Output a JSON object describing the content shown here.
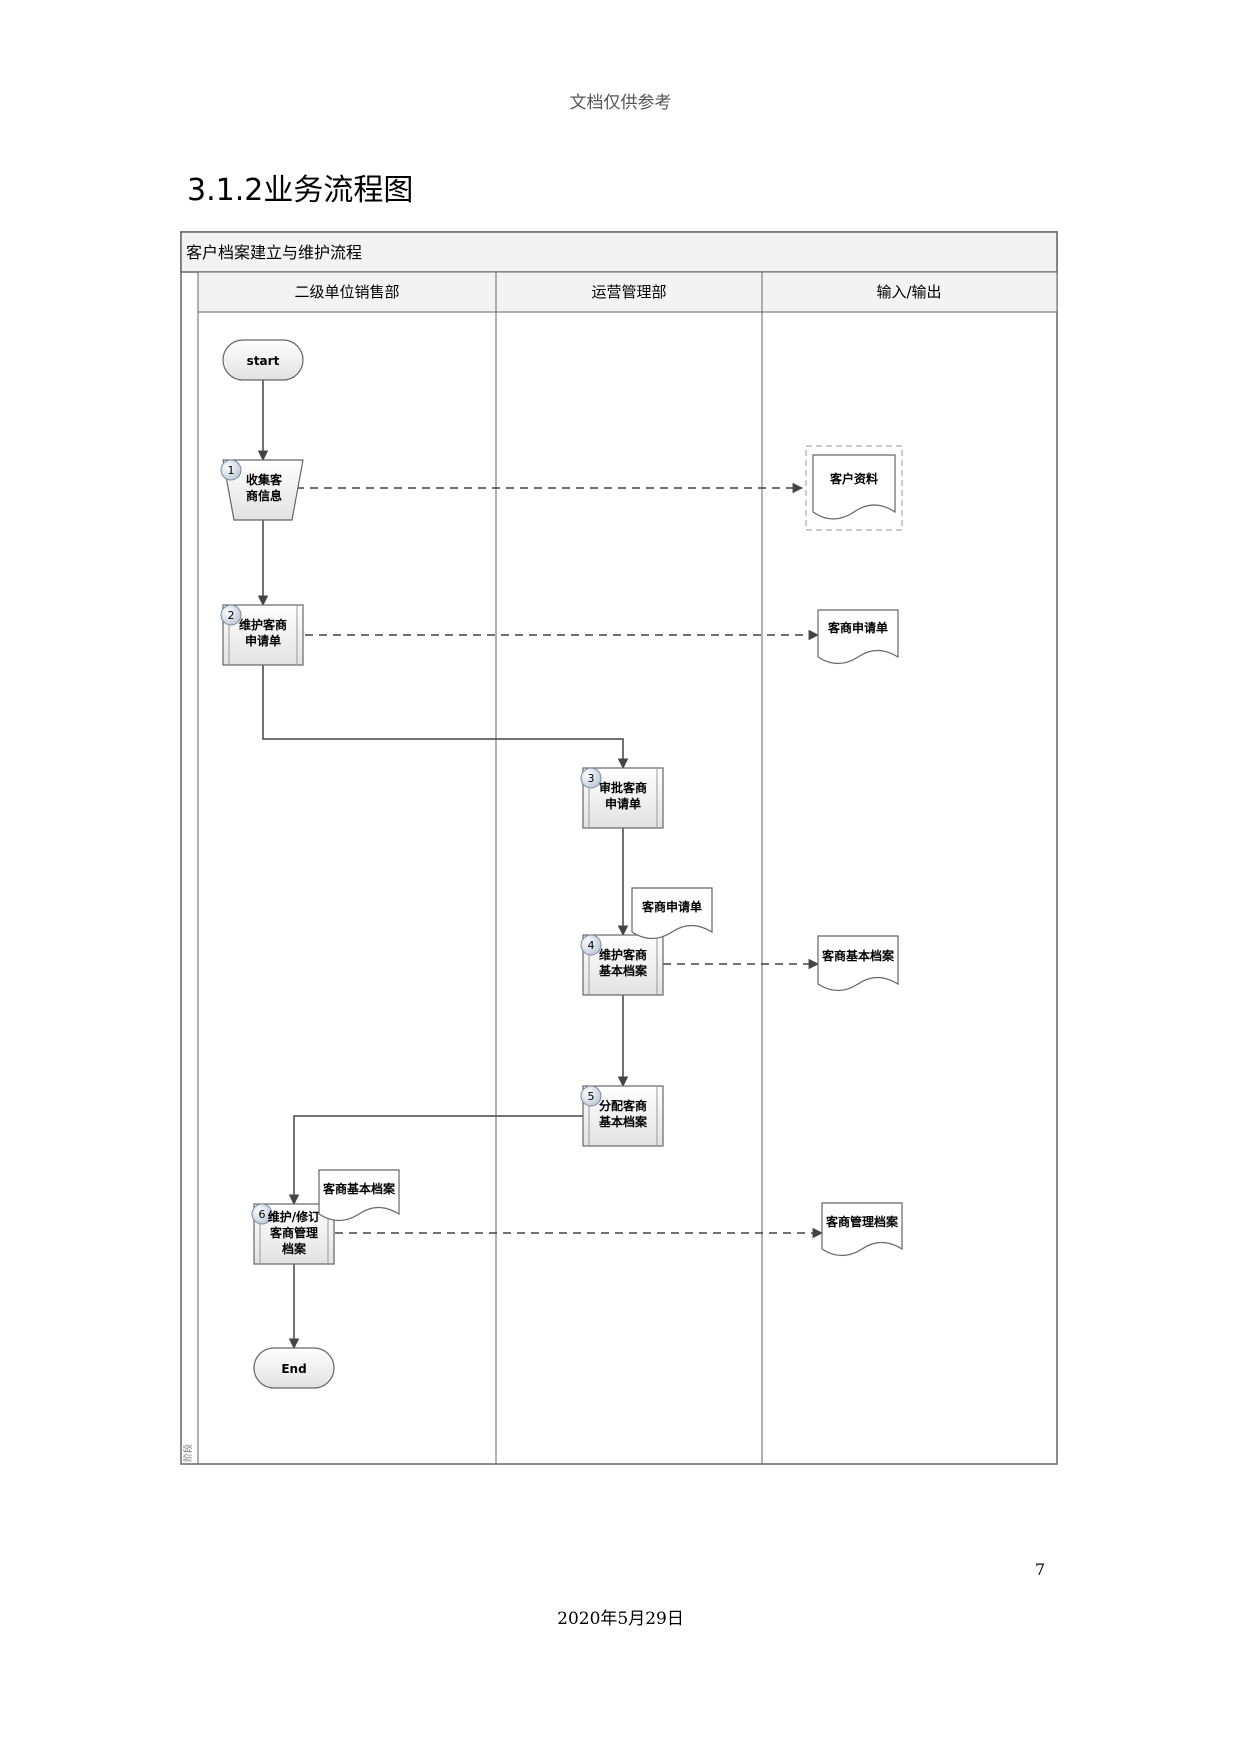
{
  "page": {
    "header_note": "文档仅供参考",
    "section_title": "3.1.2业务流程图",
    "page_number": "7",
    "footer_date": "2020年5月29日"
  },
  "diagram": {
    "title": "客户档案建立与维护流程",
    "side_label": "阶段",
    "lanes": [
      "二级单位销售部",
      "运营管理部",
      "输入/输出"
    ],
    "terminals": {
      "start": "start",
      "end": "End"
    },
    "steps": [
      {
        "num": "1",
        "lines": [
          "收集客",
          "商信息"
        ]
      },
      {
        "num": "2",
        "lines": [
          "维护客商",
          "申请单"
        ]
      },
      {
        "num": "3",
        "lines": [
          "审批客商",
          "申请单"
        ]
      },
      {
        "num": "4",
        "lines": [
          "维护客商",
          "基本档案"
        ]
      },
      {
        "num": "5",
        "lines": [
          "分配客商",
          "基本档案"
        ]
      },
      {
        "num": "6",
        "lines": [
          "维护/修订",
          "客商管理",
          "档案"
        ]
      }
    ],
    "documents": {
      "customer_info": "客户资料",
      "application_out": "客商申请单",
      "application_in": "客商申请单",
      "basic_archive_out": "客商基本档案",
      "basic_archive_in": "客商基本档案",
      "management_archive_out": "客商管理档案"
    }
  }
}
